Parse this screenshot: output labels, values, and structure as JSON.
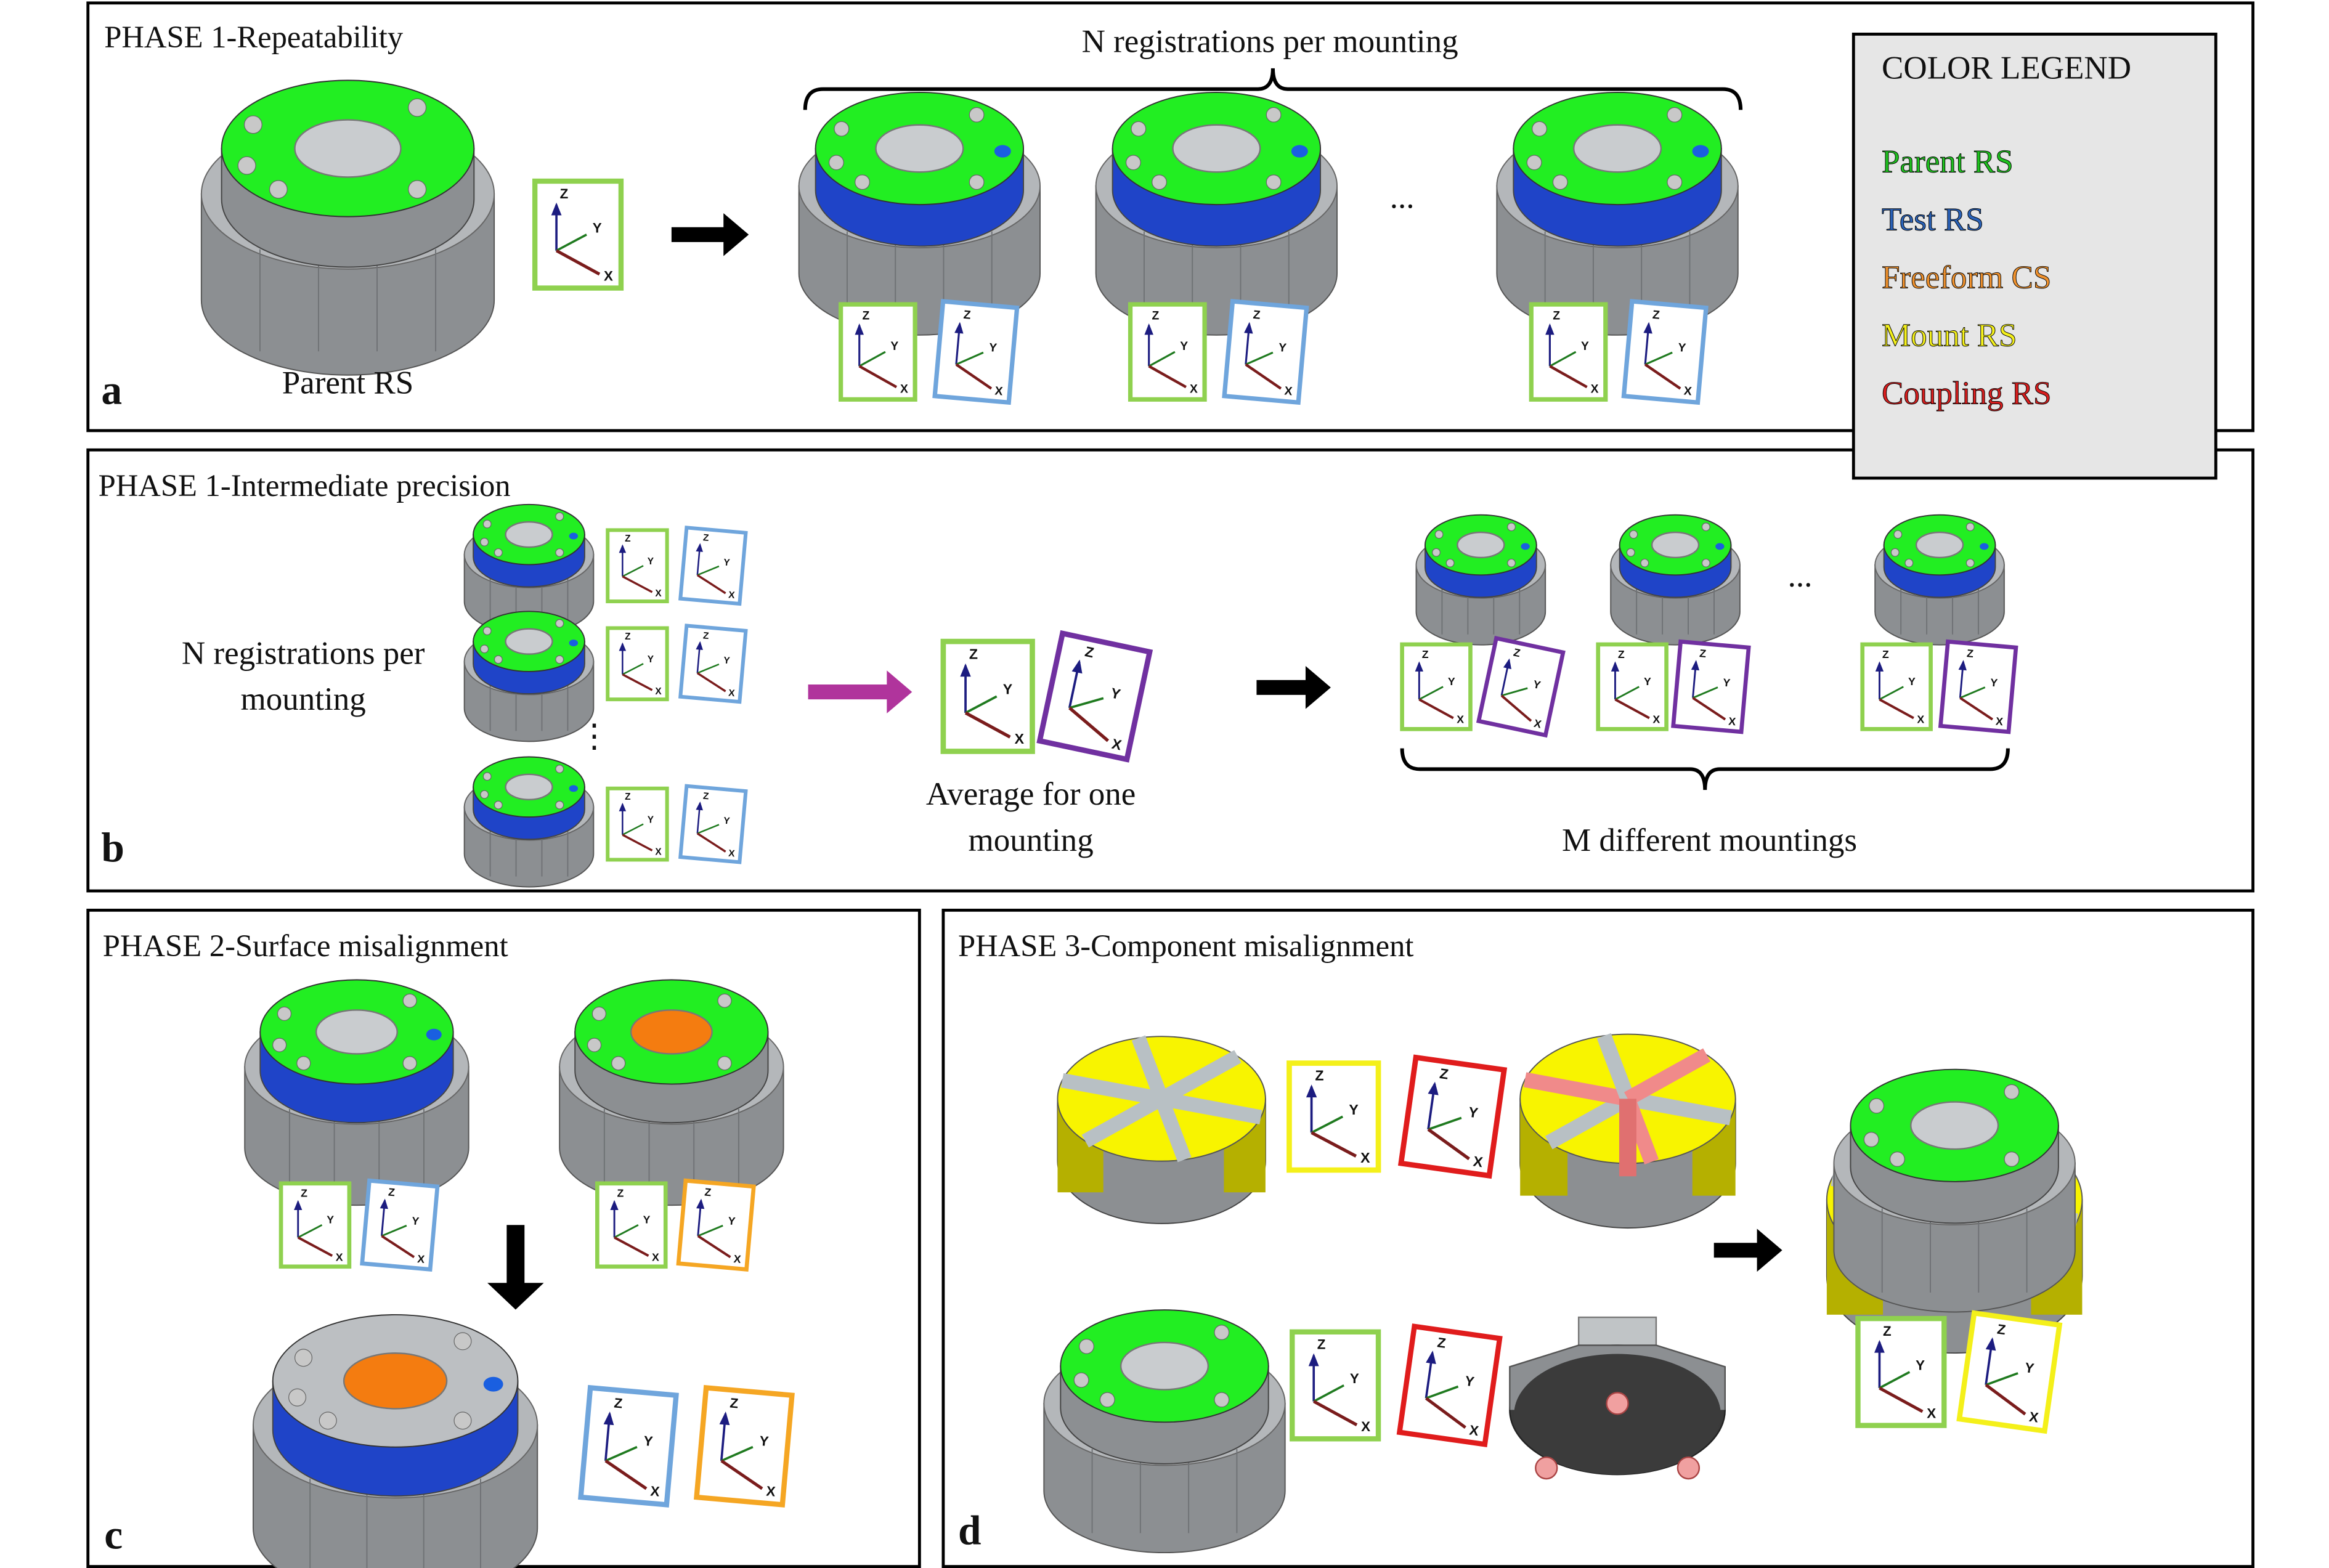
{
  "panel_a": {
    "title": "PHASE 1-Repeatability",
    "letter": "a",
    "parent_label": "Parent RS",
    "brace_label": "N registrations per mounting",
    "ellipsis": "..."
  },
  "panel_b": {
    "title": "PHASE 1-Intermediate precision",
    "letter": "b",
    "left_label_1": "N registrations per",
    "left_label_2": "mounting",
    "vertical_ellipsis": "⋮",
    "average_label_1": "Average for one",
    "average_label_2": "mounting",
    "ellipsis": "...",
    "brace_label": "M different mountings"
  },
  "panel_c": {
    "title": "PHASE 2-Surface misalignment",
    "letter": "c"
  },
  "panel_d": {
    "title": "PHASE 3-Component misalignment",
    "letter": "d"
  },
  "legend": {
    "title": "COLOR LEGEND",
    "items": [
      {
        "label": "Parent RS",
        "color": "#1fc21f"
      },
      {
        "label": "Test RS",
        "color": "#2a62b8"
      },
      {
        "label": "Freeform CS",
        "color": "#f0922e"
      },
      {
        "label": "Mount RS",
        "color": "#f4f01a"
      },
      {
        "label": "Coupling RS",
        "color": "#d81e1e"
      }
    ]
  },
  "frame_axes": {
    "x": "X",
    "y": "Y",
    "z": "Z"
  },
  "colors": {
    "parent": "#8fd14f",
    "test": "#6fa5dc",
    "freeform": "#f5a623",
    "mount": "#f4f01a",
    "coupling": "#e01c1c",
    "average": "#7030a0",
    "mount_green": "#22ee22",
    "band_blue": "#1f44c8",
    "orange_surface": "#f47c10"
  }
}
